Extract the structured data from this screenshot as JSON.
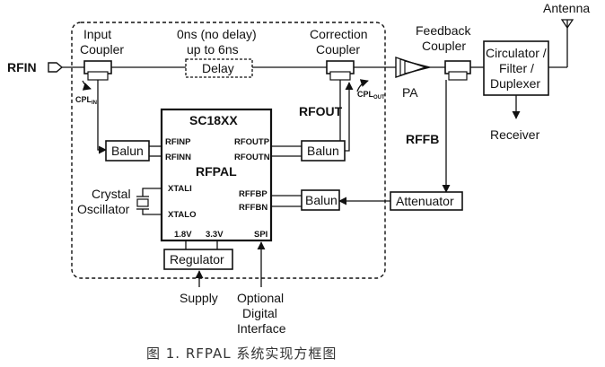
{
  "labels": {
    "rfin": "RFIN",
    "input_coupler_l1": "Input",
    "input_coupler_l2": "Coupler",
    "cpl_in": "CPL",
    "cpl_in_sub": "IN",
    "delay_l1": "0ns (no delay)",
    "delay_l2": "up to 6ns",
    "delay": "Delay",
    "correction_coupler_l1": "Correction",
    "correction_coupler_l2": "Coupler",
    "cpl_out": "CPL",
    "cpl_out_sub": "OUT",
    "rfout": "RFOUT",
    "pa": "PA",
    "feedback_coupler_l1": "Feedback",
    "feedback_coupler_l2": "Coupler",
    "antenna": "Antenna",
    "circulator_l1": "Circulator /",
    "circulator_l2": "Filter /",
    "circulator_l3": "Duplexer",
    "receiver": "Receiver",
    "rffb": "RFFB",
    "attenuator": "Attenuator",
    "chip_name": "SC18XX",
    "chip_core": "RFPAL",
    "balun_in": "Balun",
    "balun_out": "Balun",
    "balun_fb": "Balun",
    "pin_rfinp": "RFINP",
    "pin_rfinn": "RFINN",
    "pin_rfoutp": "RFOUTP",
    "pin_rfoutn": "RFOUTN",
    "pin_xtali": "XTALI",
    "pin_xtalo": "XTALO",
    "pin_rffbp": "RFFBP",
    "pin_rffbn": "RFFBN",
    "pin_18v": "1.8V",
    "pin_33v": "3.3V",
    "pin_spi": "SPI",
    "crystal_l1": "Crystal",
    "crystal_l2": "Oscillator",
    "regulator": "Regulator",
    "supply": "Supply",
    "digital_l1": "Optional",
    "digital_l2": "Digital",
    "digital_l3": "Interface",
    "caption": "图 1. RFPAL 系统实现方框图"
  }
}
